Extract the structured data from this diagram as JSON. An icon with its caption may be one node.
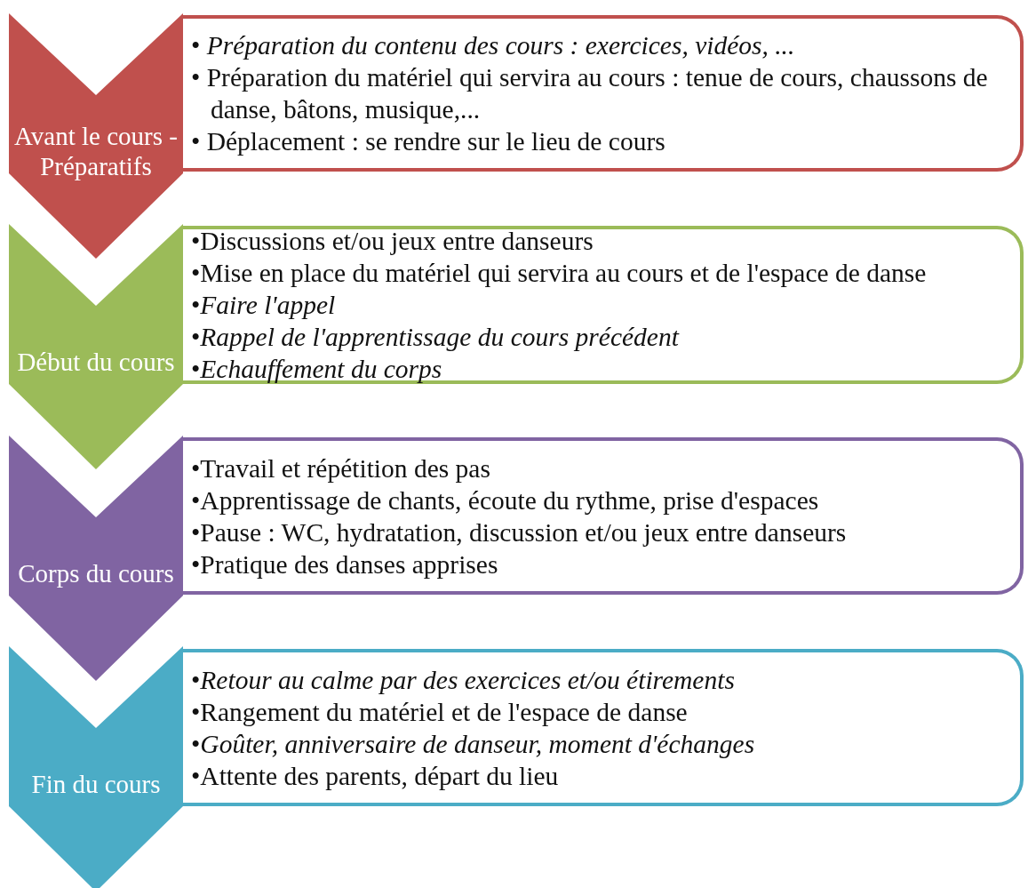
{
  "diagram": {
    "nodes": [
      {
        "text": [
          "Avant le cours - Préparatifs"
        ]
      },
      {
        "text": [
          "• *Préparation du contenu des cours : exercices, vidéos, ...*",
          "• Préparation du matériel qui servira au cours : tenue de cours, chaussons de danse, bâtons, musique,...",
          "• Déplacement : se rendre sur le lieu de cours"
        ]
      },
      {
        "text": [
          "Début du cours"
        ]
      },
      {
        "text": [
          "•Discussions et/ou jeux entre danseurs",
          "•Mise en place du matériel qui servira au cours et de l'espace de danse",
          "•*Faire l'appel*",
          "•*Rappel de l'apprentissage du cours précédent*",
          "•*Echauffement du corps*"
        ]
      },
      {
        "text": [
          "Corps du cours"
        ]
      },
      {
        "text": [
          "•Travail et répétition des pas",
          "•Apprentissage de chants, écoute du rythme, prise d'espaces",
          "•Pause : WC, hydratation, discussion et/ou jeux entre danseurs",
          "•Pratique des danses apprises"
        ]
      },
      {
        "text": [
          "Fin du cours"
        ]
      },
      {
        "text": [
          "•*Retour au calme par des exercices et/ou étirements*",
          "•Rangement du matériel et de l'espace de danse",
          "•*Goûter, anniversaire de danseur, moment d'échanges*",
          "•Attente des parents, départ du lieu"
        ]
      }
    ]
  }
}
